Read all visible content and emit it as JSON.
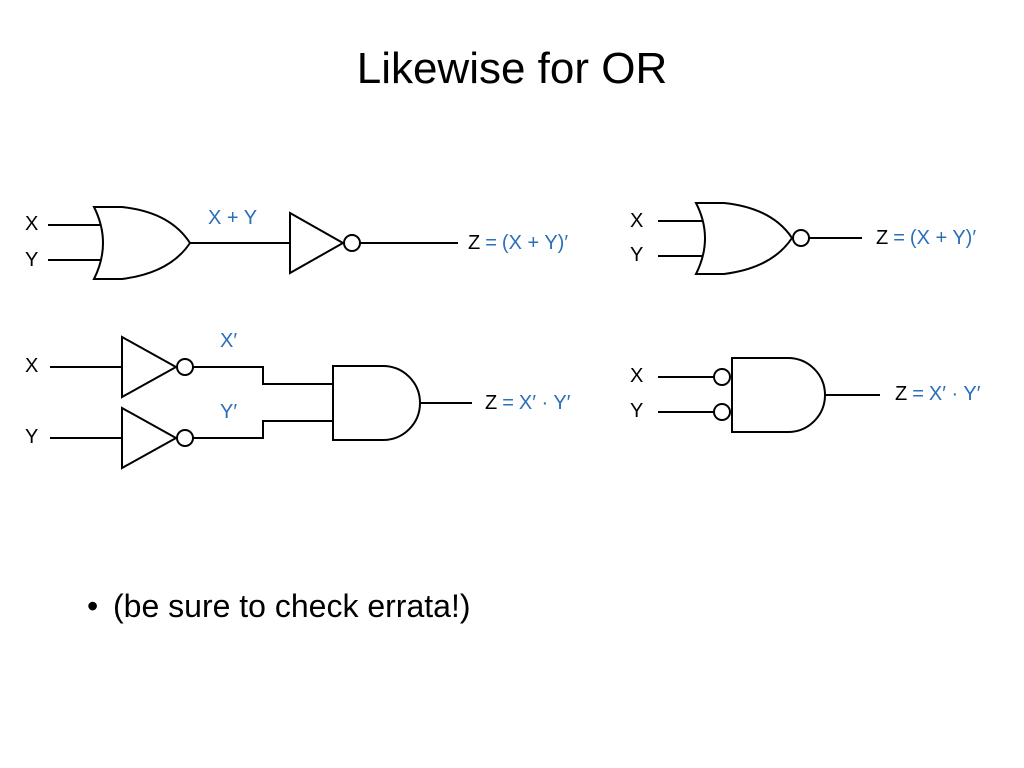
{
  "slide": {
    "title": "Likewise for OR",
    "bullet": "(be sure to check errata!)",
    "bullet_marker": "•"
  },
  "colors": {
    "expression_blue": "#2a6fb8",
    "line": "#000000"
  },
  "diagram1": {
    "input_x": "X",
    "input_y": "Y",
    "mid_label": "X + Y",
    "out_z": "Z",
    "out_eq": "=",
    "out_expr": "(X + Y)′"
  },
  "diagram2": {
    "input_x": "X",
    "input_y": "Y",
    "out_z": "Z",
    "out_eq": "=",
    "out_expr": "(X + Y)′"
  },
  "diagram3": {
    "input_x": "X",
    "input_y": "Y",
    "mid_label_x": "X′",
    "mid_label_y": "Y′",
    "out_z": "Z",
    "out_eq": "=",
    "out_expr": "X′ · Y′"
  },
  "diagram4": {
    "input_x": "X",
    "input_y": "Y",
    "out_z": "Z",
    "out_eq": "=",
    "out_expr": "X′ · Y′"
  }
}
